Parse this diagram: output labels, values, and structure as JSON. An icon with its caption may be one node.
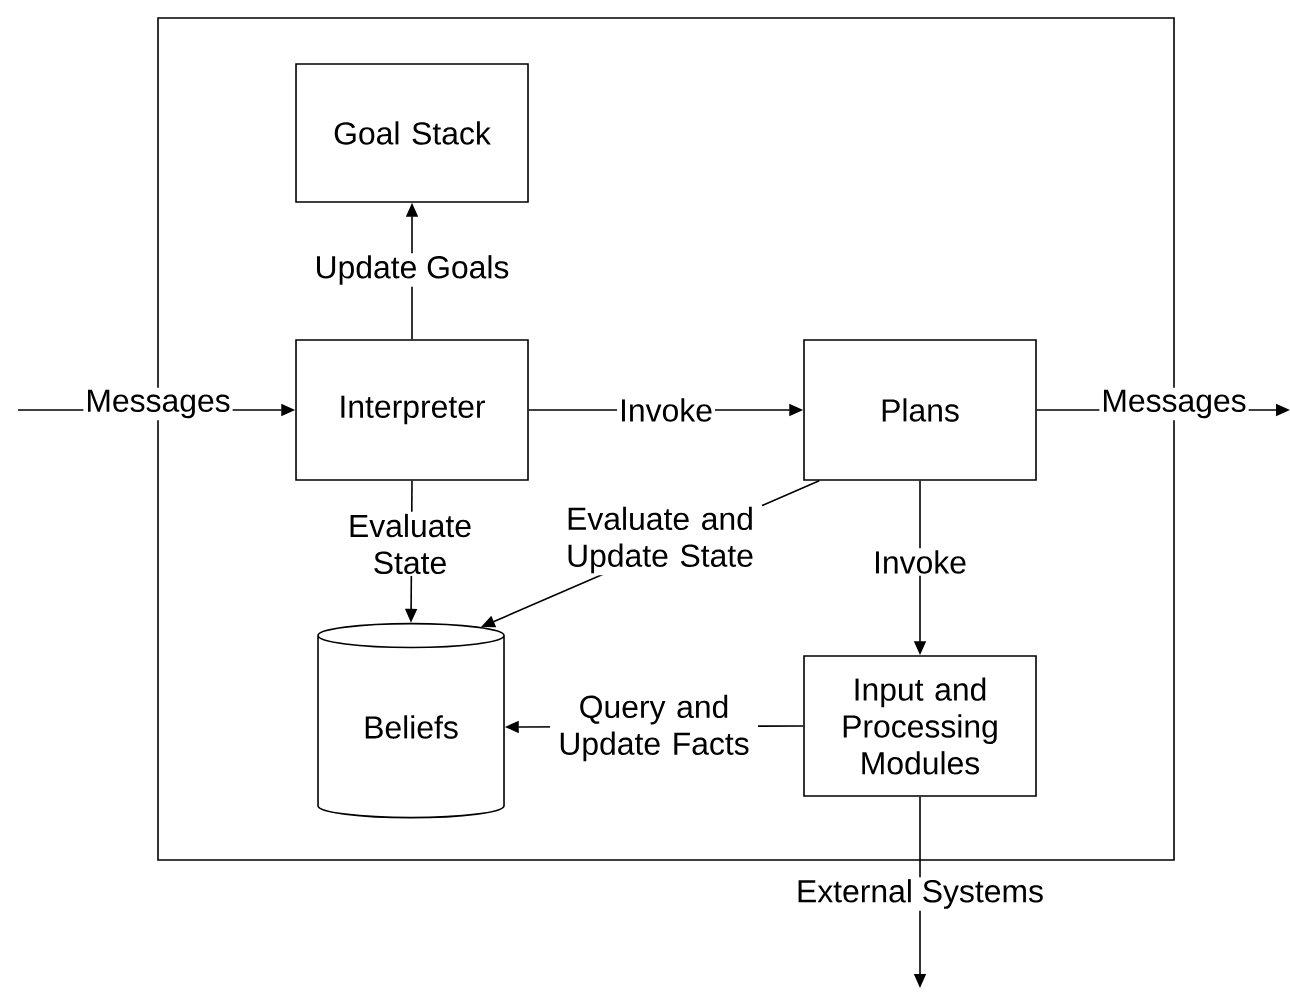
{
  "diagram": {
    "nodes": [
      {
        "text": [],
        "shape": "box"
      },
      {
        "text": [
          "Goal Stack"
        ],
        "in": 0
      },
      {
        "text": [
          "Interpreter"
        ],
        "in": 0
      },
      {
        "text": [
          "Plans"
        ],
        "in": 0
      },
      {
        "text": [
          "Beliefs"
        ],
        "in": 0
      },
      {
        "text": [
          "Input and Processing Modules"
        ],
        "in": 0
      }
    ],
    "edges": [
      {
        "from": null,
        "to": 2,
        "arrow": "to",
        "label": "Messages"
      },
      {
        "from": 2,
        "to": 1,
        "arrow": "to",
        "label": "Update Goals"
      },
      {
        "from": 2,
        "to": 3,
        "arrow": "to",
        "label": "Invoke"
      },
      {
        "from": 3,
        "to": null,
        "arrow": "to",
        "label": "Messages"
      },
      {
        "from": 2,
        "to": 4,
        "arrow": "to",
        "label": "Evaluate State"
      },
      {
        "from": 3,
        "to": 4,
        "arrow": "to",
        "label": "Evaluate and Update State"
      },
      {
        "from": 3,
        "to": 5,
        "arrow": "to",
        "label": "Invoke"
      },
      {
        "from": 5,
        "to": 4,
        "arrow": "to",
        "label": "Query and Update Facts"
      },
      {
        "from": 5,
        "to": null,
        "arrow": "to",
        "label": "External Systems"
      }
    ]
  }
}
